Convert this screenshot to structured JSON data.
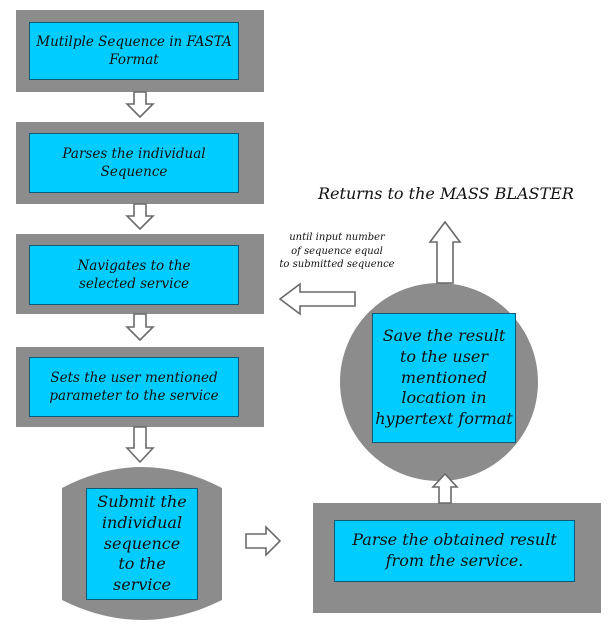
{
  "nodes": {
    "input": "Mutilple Sequence in FASTA\nFormat",
    "parse": "Parses the  individual\nSequence",
    "navigate": "Navigates to the\nselected service",
    "params": "Sets the user mentioned\nparameter to the service",
    "submit": "Submit the\nindividual\nsequence\nto the service",
    "parse_result": "Parse the obtained result\nfrom the service.",
    "save": "Save the result\nto the user\nmentioned\nlocation in\nhypertext format"
  },
  "return_label": "Returns to the MASS BLASTER",
  "loop_note": "until input number\nof sequence equal\nto submitted sequence",
  "colors": {
    "box_fill": "#00ccff",
    "frame_fill": "#8c8c8c",
    "arrow_stroke": "#6a6a6a"
  }
}
